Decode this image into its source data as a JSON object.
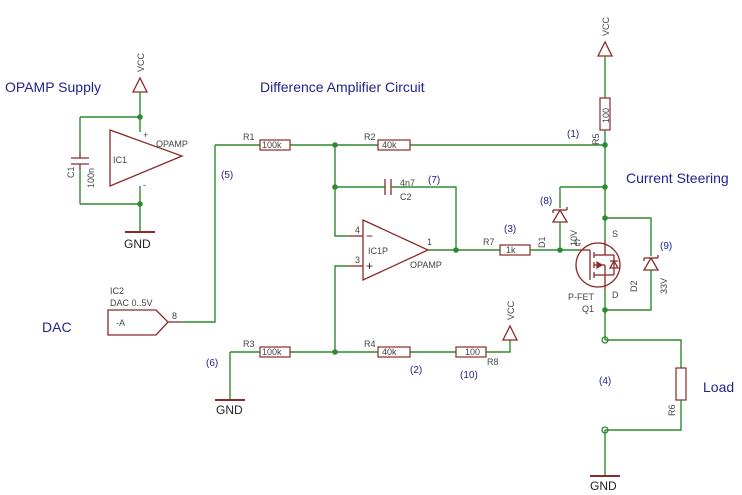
{
  "labels": {
    "opamp_supply": "OPAMP Supply",
    "diff_amp": "Difference Amplifier Circuit",
    "current_steering": "Current Steering",
    "dac": "DAC",
    "load": "Load"
  },
  "net_markers": [
    "(1)",
    "(2)",
    "(3)",
    "(4)",
    "(5)",
    "(6)",
    "(7)",
    "(8)",
    "(9)",
    "(10)"
  ],
  "power": {
    "vcc": "VCC",
    "gnd": "GND"
  },
  "components": {
    "r1": {
      "name": "R1",
      "value": "100k"
    },
    "r2": {
      "name": "R2",
      "value": "40k"
    },
    "r3": {
      "name": "R3",
      "value": "100k"
    },
    "r4": {
      "name": "R4",
      "value": "40k"
    },
    "r5": {
      "name": "R5",
      "value": "100"
    },
    "r6": {
      "name": "R6"
    },
    "r7": {
      "name": "R7",
      "value": "1k"
    },
    "r8": {
      "name": "R8",
      "value": "100"
    },
    "c1": {
      "name": "C1",
      "value": "100n"
    },
    "c2": {
      "name": "C2",
      "value": "4n7"
    },
    "d1": {
      "name": "D1",
      "value": "10V"
    },
    "d2": {
      "name": "D2",
      "value": "33V"
    },
    "q1": {
      "name": "Q1",
      "value": "P-FET"
    },
    "ic1": {
      "name": "IC1",
      "value": "OPAMP"
    },
    "ic1p": {
      "name": "IC1P",
      "value": "OPAMP"
    },
    "ic2": {
      "name": "IC2",
      "value": "DAC 0..5V",
      "pin_label": "-A",
      "pin_number": "8"
    }
  },
  "pins": {
    "ic1p_inv": "4",
    "ic1p_noninv": "3",
    "ic1p_out": "1",
    "ic1p_minus": "−",
    "ic1p_plus": "+",
    "ic1_plus": "+",
    "ic1_minus": "-",
    "q1_s": "S",
    "q1_d": "D",
    "q1_g": "G"
  }
}
